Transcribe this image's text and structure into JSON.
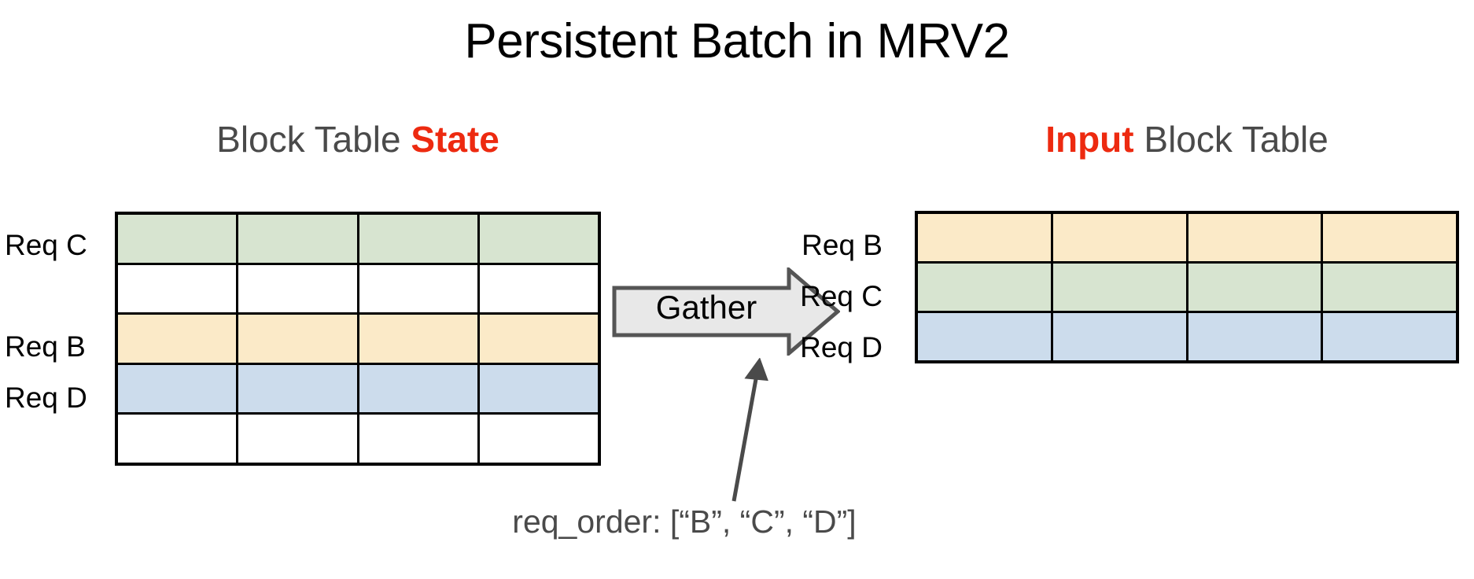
{
  "slide": {
    "title": "Persistent Batch in MRV2",
    "background": "#ffffff"
  },
  "palette": {
    "accent_red": "#ed2a10",
    "heading_gray": "#4a4a4a",
    "green": "#d7e4d0",
    "yellow": "#fbeac8",
    "blue": "#ccdcec",
    "white": "#ffffff",
    "border_black": "#000000",
    "arrow_gray": "#e8e8e8",
    "arrow_stroke": "#555555"
  },
  "left_panel": {
    "heading_prefix": "Block Table ",
    "heading_accent": "State",
    "labels": {
      "req_c": "Req C",
      "req_b": "Req B",
      "req_d": "Req D"
    },
    "table": {
      "columns": 4,
      "rows": [
        {
          "label": "Req C",
          "color": "green",
          "cells": [
            "",
            "",
            "",
            ""
          ]
        },
        {
          "label": "",
          "color": "white",
          "cells": [
            "",
            "",
            "",
            ""
          ]
        },
        {
          "label": "Req B",
          "color": "yellow",
          "cells": [
            "",
            "",
            "",
            ""
          ]
        },
        {
          "label": "Req D",
          "color": "blue",
          "cells": [
            "",
            "",
            "",
            ""
          ]
        },
        {
          "label": "",
          "color": "white",
          "cells": [
            "",
            "",
            "",
            ""
          ]
        }
      ]
    }
  },
  "right_panel": {
    "heading_accent": "Input",
    "heading_suffix": " Block Table",
    "labels": {
      "req_b": "Req B",
      "req_c": "Req C",
      "req_d": "Req D"
    },
    "table": {
      "columns": 4,
      "rows": [
        {
          "label": "Req B",
          "color": "yellow",
          "cells": [
            "",
            "",
            "",
            ""
          ]
        },
        {
          "label": "Req C",
          "color": "green",
          "cells": [
            "",
            "",
            "",
            ""
          ]
        },
        {
          "label": "Req D",
          "color": "blue",
          "cells": [
            "",
            "",
            "",
            ""
          ]
        }
      ]
    }
  },
  "gather": {
    "label": "Gather",
    "icon": "right-block-arrow-icon"
  },
  "caption": {
    "text": "req_order: [“B”, “C”, “D”]",
    "connector_icon": "up-right-arrow-icon"
  }
}
